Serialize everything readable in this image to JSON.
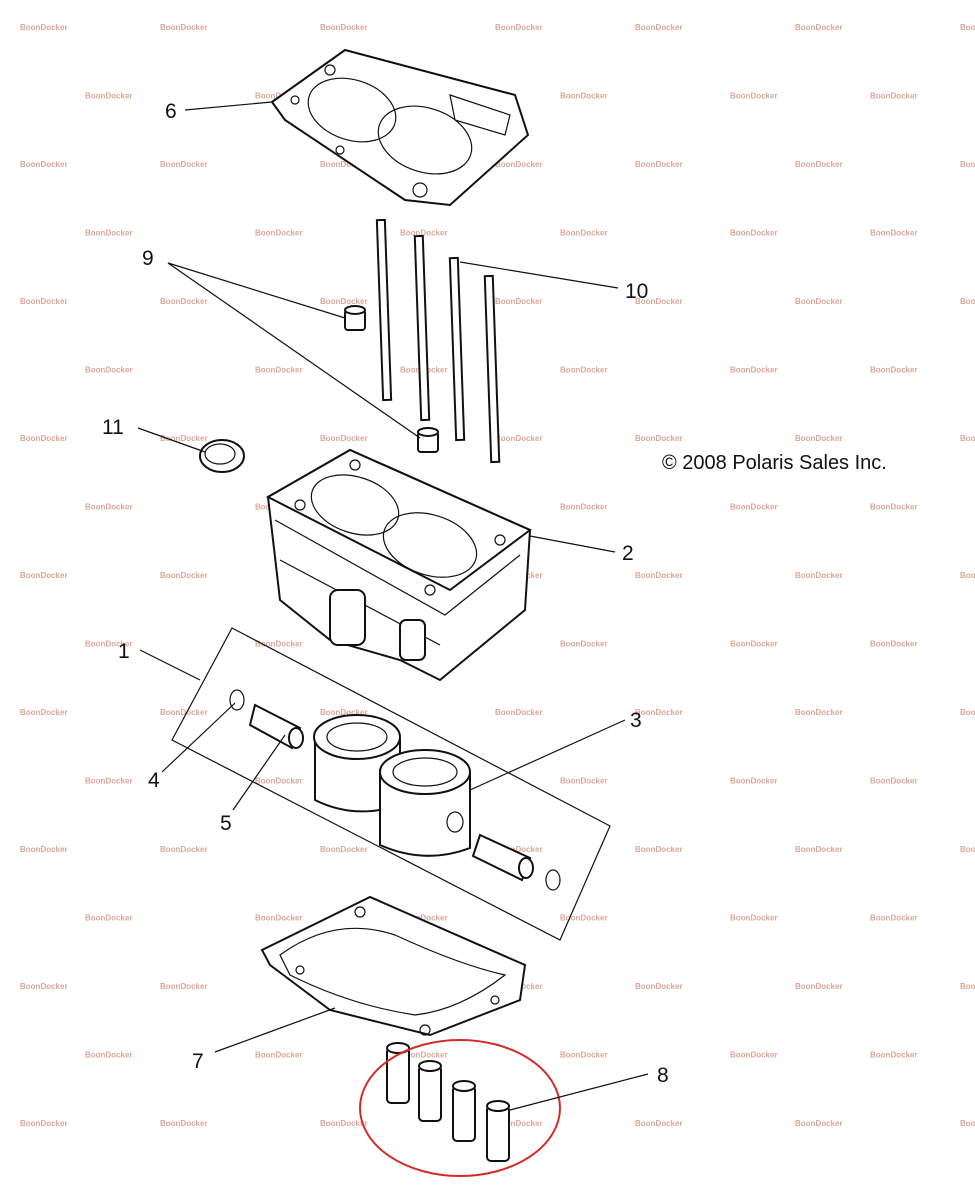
{
  "copyright": "© 2008 Polaris Sales Inc.",
  "watermark": "BoonDocker",
  "colors": {
    "highlight": "#d42a2a",
    "watermark": "#d9a79a",
    "line": "#111111"
  },
  "callouts": [
    {
      "id": "1",
      "label": "1"
    },
    {
      "id": "2",
      "label": "2"
    },
    {
      "id": "3",
      "label": "3"
    },
    {
      "id": "4",
      "label": "4"
    },
    {
      "id": "5",
      "label": "5"
    },
    {
      "id": "6",
      "label": "6"
    },
    {
      "id": "7",
      "label": "7"
    },
    {
      "id": "8",
      "label": "8"
    },
    {
      "id": "9",
      "label": "9"
    },
    {
      "id": "10",
      "label": "10"
    },
    {
      "id": "11",
      "label": "11"
    }
  ]
}
